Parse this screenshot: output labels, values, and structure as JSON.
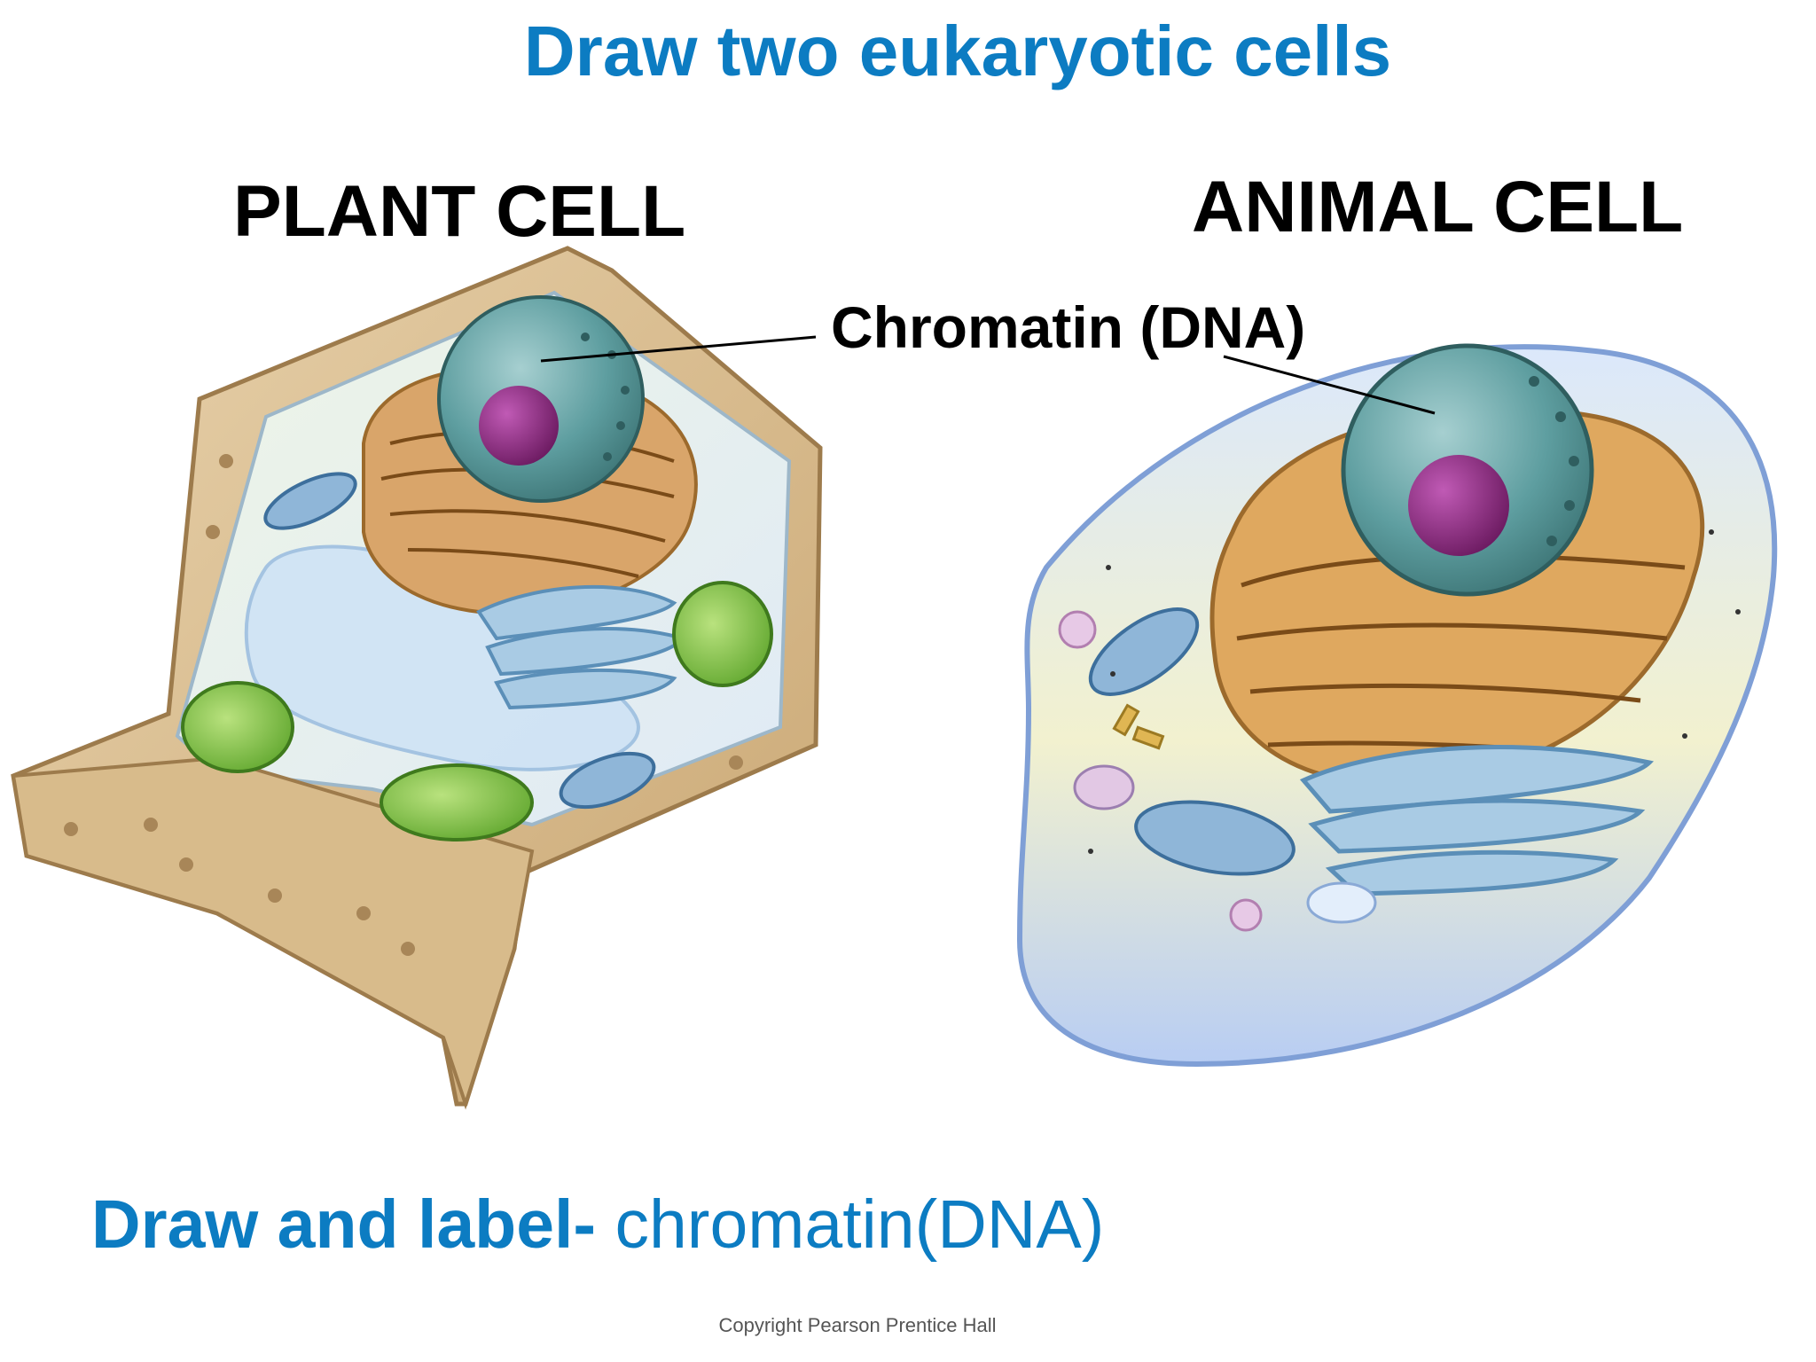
{
  "title": "Draw two eukaryotic cells",
  "headings": {
    "plant": "PLANT CELL",
    "animal": "ANIMAL CELL"
  },
  "labels": {
    "chromatin": "Chromatin (DNA)"
  },
  "footer": {
    "bold_part": "Draw and label- ",
    "regular_part": "chromatin(DNA)"
  },
  "copyright": "Copyright Pearson Prentice Hall",
  "colors": {
    "accent": "#0c7cc2",
    "text": "#000000",
    "cell_wall": "#d9bd8e",
    "nucleus": "#5e9ea0",
    "nucleolus": "#8b2a7d",
    "er": "#c98c46",
    "golgi": "#8fb8d6",
    "chloroplast": "#7fc241"
  }
}
